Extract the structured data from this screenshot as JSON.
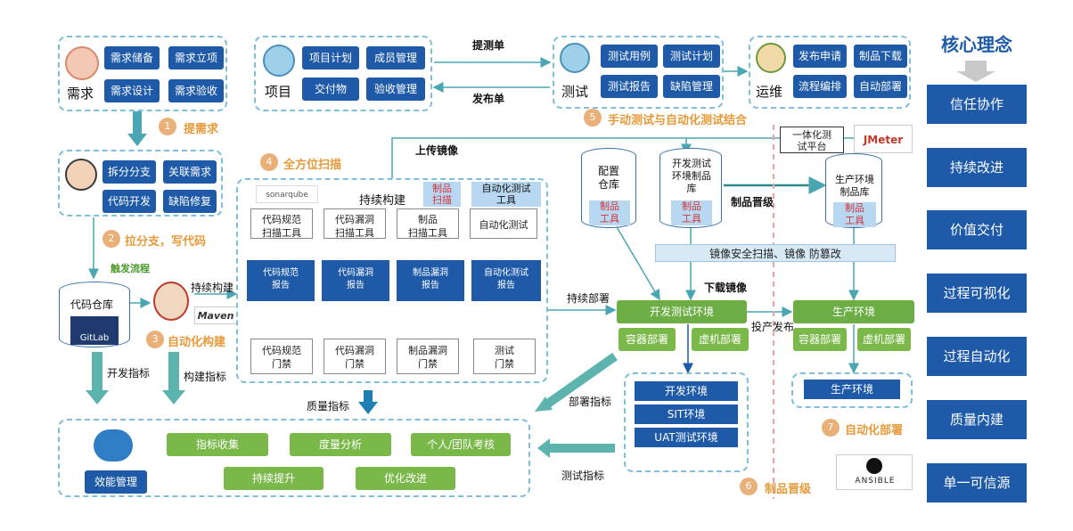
{
  "req": {
    "title": "需求",
    "items": [
      "需求储备",
      "需求立项",
      "需求设计",
      "需求验收"
    ]
  },
  "proj": {
    "title": "项目",
    "items": [
      "项目计划",
      "成员管理",
      "交付物",
      "验收管理"
    ]
  },
  "test": {
    "title": "测试",
    "items": [
      "测试用例",
      "测试计划",
      "测试报告",
      "缺陷管理"
    ]
  },
  "ops": {
    "title": "运维",
    "items": [
      "发布申请",
      "制品下载",
      "流程编排",
      "自动部署"
    ]
  },
  "dev": {
    "items": [
      "拆分分支",
      "关联需求",
      "代码开发",
      "缺陷修复"
    ]
  },
  "flow": {
    "submit": "提测单",
    "release": "发布单",
    "upload": "上传镜像",
    "product_promote": "制品晋级",
    "download": "下载镜像",
    "cont_deploy": "持续部署",
    "go_live": "投产发布",
    "trigger": "触发流程",
    "cont_build": "持续构建",
    "dev_metric": "开发指标",
    "build_metric": "构建指标",
    "quality_metric": "质量指标",
    "deploy_metric": "部署指标",
    "test_metric": "测试指标"
  },
  "steps": [
    {
      "n": "1",
      "label": "提需求"
    },
    {
      "n": "2",
      "label": "拉分支，写代码"
    },
    {
      "n": "3",
      "label": "自动化构建"
    },
    {
      "n": "4",
      "label": "全方位扫描"
    },
    {
      "n": "5",
      "label": "手动测试与自动化测试结合"
    },
    {
      "n": "6",
      "label": "制品晋级"
    },
    {
      "n": "7",
      "label": "自动化部署"
    }
  ],
  "scan": {
    "sonar": "sonarqube",
    "cont_build": "持续构建",
    "prod_scan": "制品\n扫描",
    "auto_test": "自动化测试\n工具",
    "tools": [
      "代码规范\n扫描工具",
      "代码漏洞\n扫描工具",
      "制品\n扫描工具",
      "自动化测试"
    ],
    "reports": [
      "代码规范\n报告",
      "代码漏洞\n报告",
      "制品漏洞\n报告",
      "自动化测试\n报告"
    ],
    "gates": [
      "代码规范\n门禁",
      "代码漏洞\n门禁",
      "制品漏洞\n门禁",
      "测试\n门禁"
    ]
  },
  "repo": {
    "name": "代码仓库",
    "gitlab": "GitLab",
    "maven": "Maven"
  },
  "storage": {
    "config": "配置\n仓库",
    "config_tag": "制品\n工具",
    "devtest": "开发测试\n环境制品\n库",
    "devtest_tag": "制品\n工具",
    "prod": "生产环境\n制品库",
    "prod_tag": "制品\n工具",
    "scan_bar": "镜像安全扫描、镜像 防篡改",
    "jmeter_platform": "一体化测\n试平台",
    "jmeter": "JMeter"
  },
  "env": {
    "devtest": "开发测试环境",
    "container": "容器部署",
    "vm": "虚机部署",
    "prod": "生产环境",
    "prod_container": "容器部署",
    "prod_vm": "虚机部署",
    "list": [
      "开发环境",
      "SIT环境",
      "UAT测试环境"
    ],
    "prod_list": "生产环境",
    "ansible": "ANSIBLE"
  },
  "eff": {
    "title": "效能管理",
    "items": [
      "指标收集",
      "度量分析",
      "个人/团队考核",
      "持续提升",
      "优化改进"
    ]
  },
  "core": {
    "title": "核心理念",
    "items": [
      "信任协作",
      "持续改进",
      "价值交付",
      "过程可视化",
      "过程自动化",
      "质量内建",
      "单一可信源"
    ]
  }
}
